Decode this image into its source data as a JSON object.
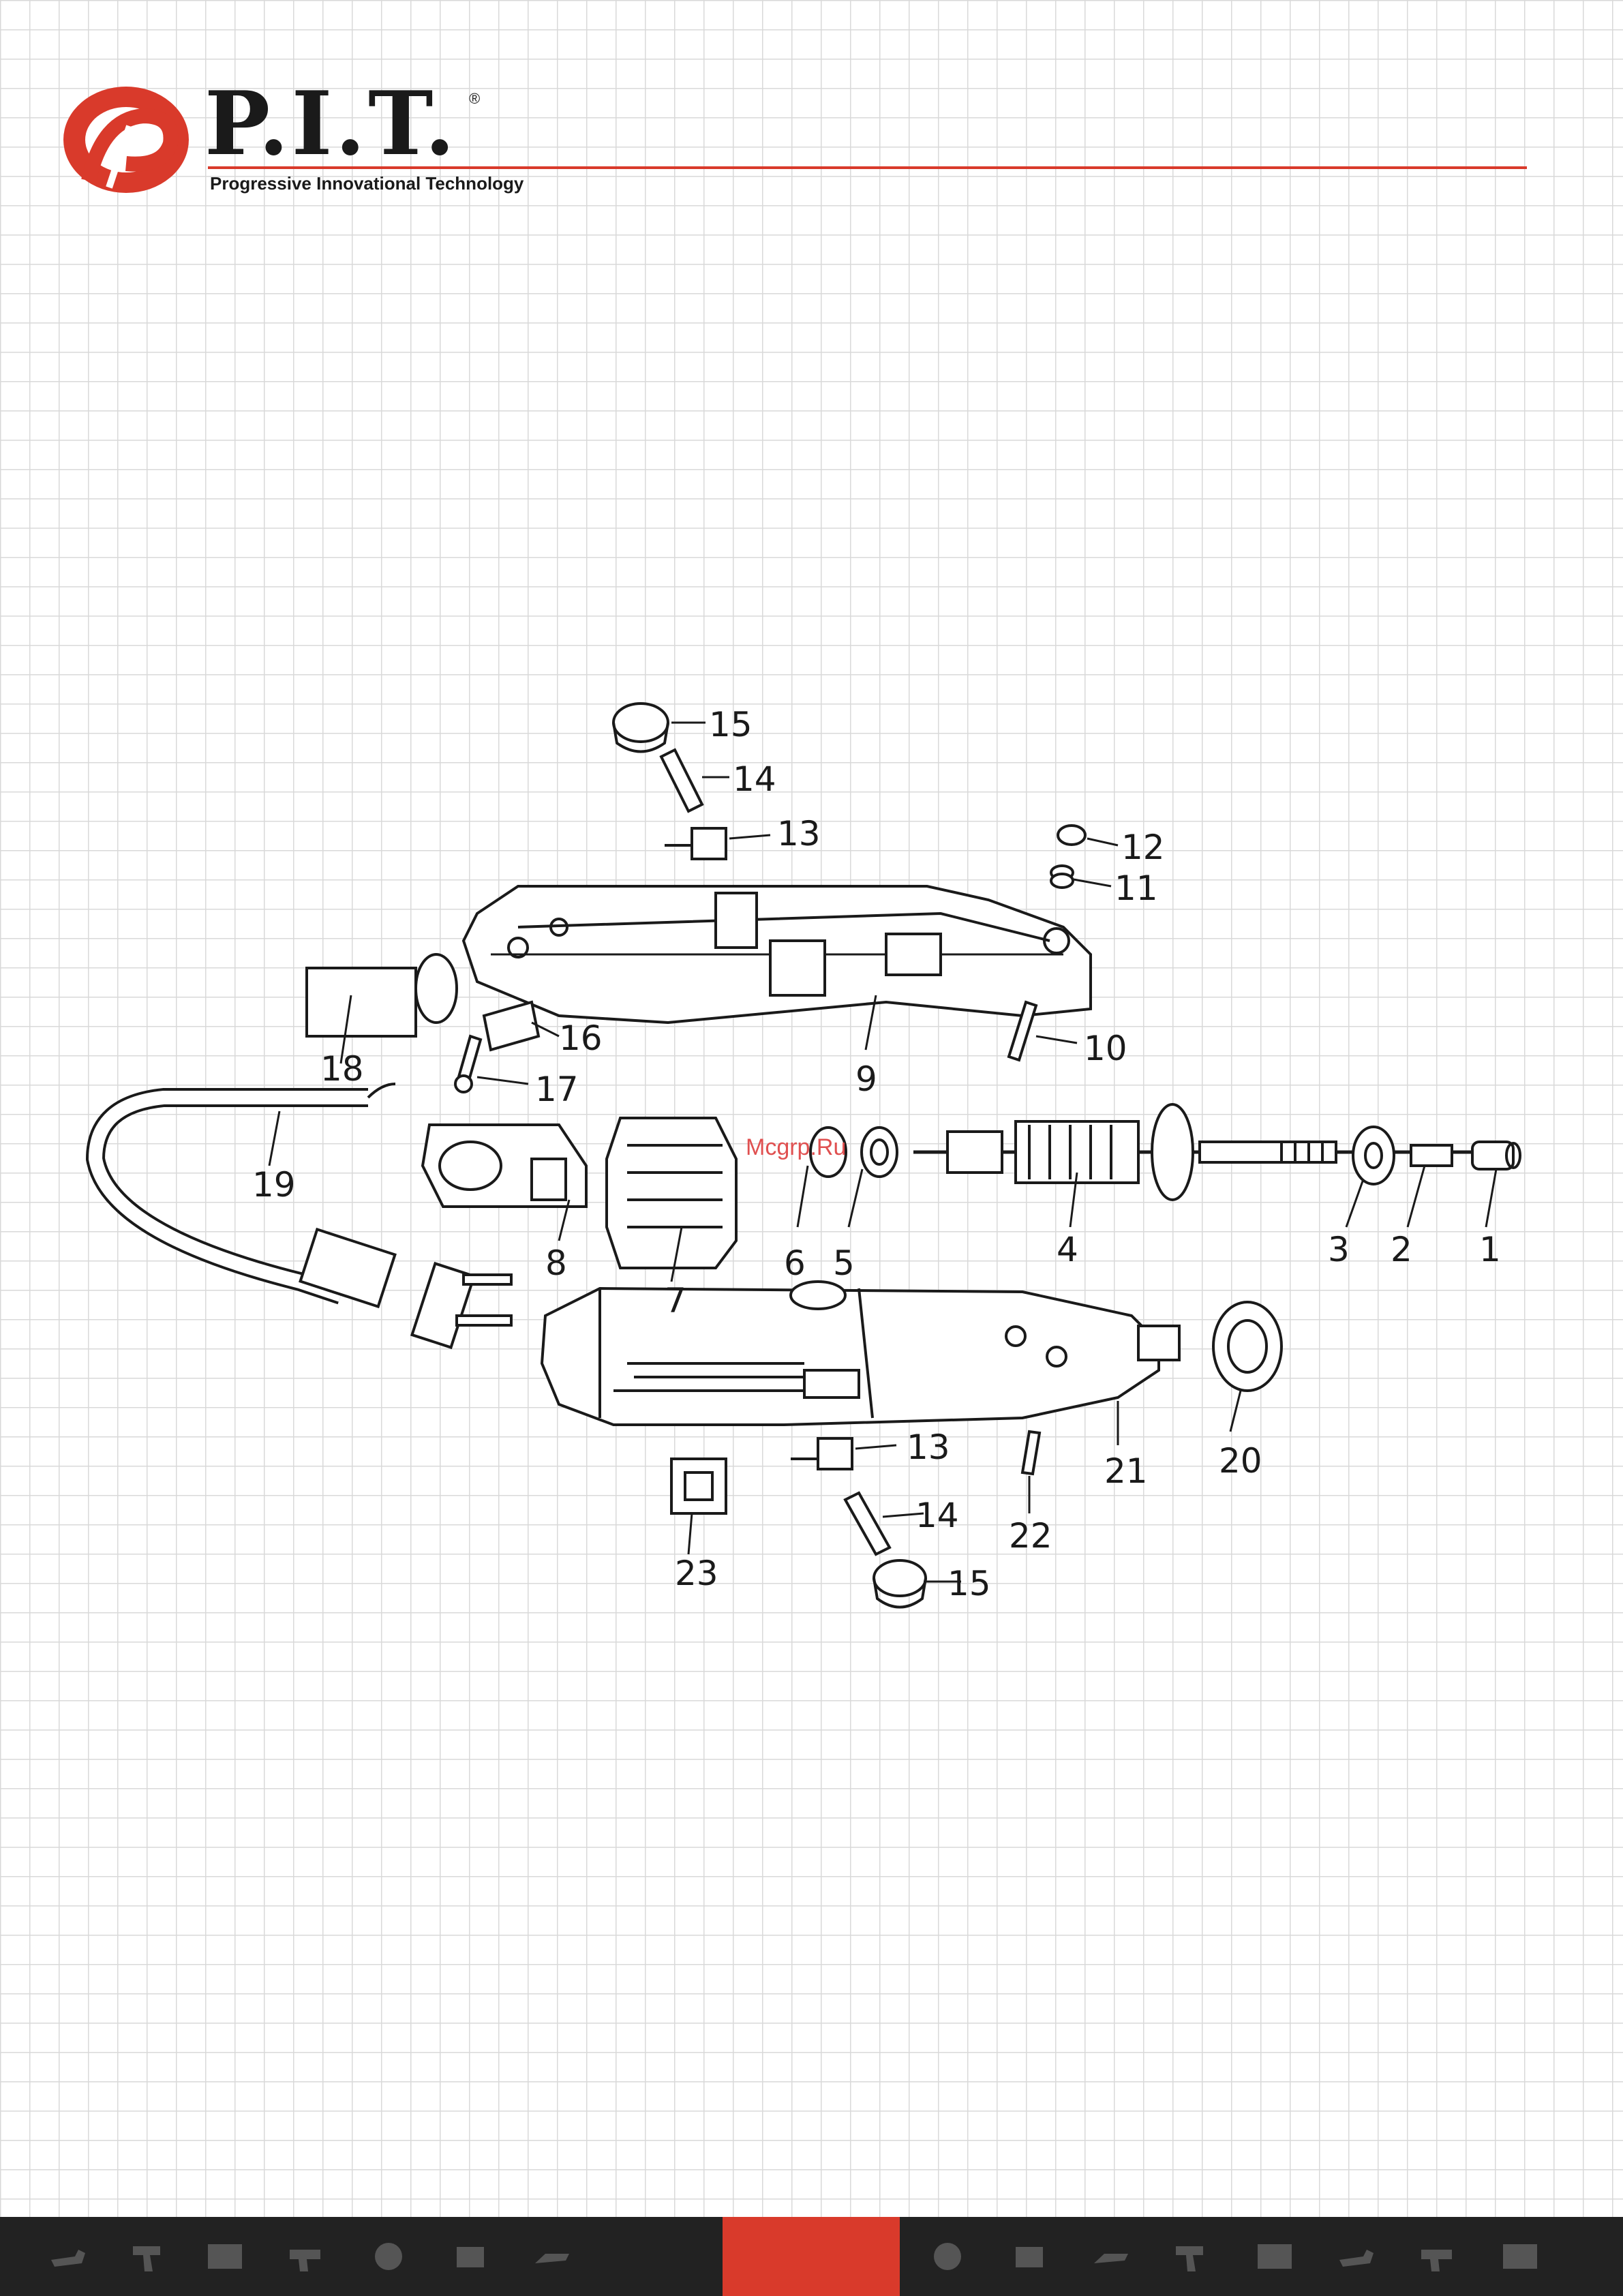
{
  "brand": {
    "name": "P.I.T.",
    "registered_mark": "®",
    "tagline": "Progressive Innovational Technology",
    "accent_color": "#d93a2b"
  },
  "watermark": "Mcgrp.Ru",
  "part_labels": [
    "15",
    "14",
    "13",
    "12",
    "11",
    "10",
    "9",
    "16",
    "17",
    "18",
    "19",
    "8",
    "7",
    "6",
    "5",
    "4",
    "3",
    "2",
    "1",
    "13",
    "14",
    "15",
    "23",
    "22",
    "21",
    "20"
  ],
  "footer": {
    "icons": [
      "angle-grinder-icon",
      "drill-icon",
      "generator-icon",
      "rotary-hammer-icon",
      "mixer-icon",
      "planer-icon",
      "jigsaw-icon",
      "screwdriver-icon",
      "circular-saw-icon"
    ]
  }
}
